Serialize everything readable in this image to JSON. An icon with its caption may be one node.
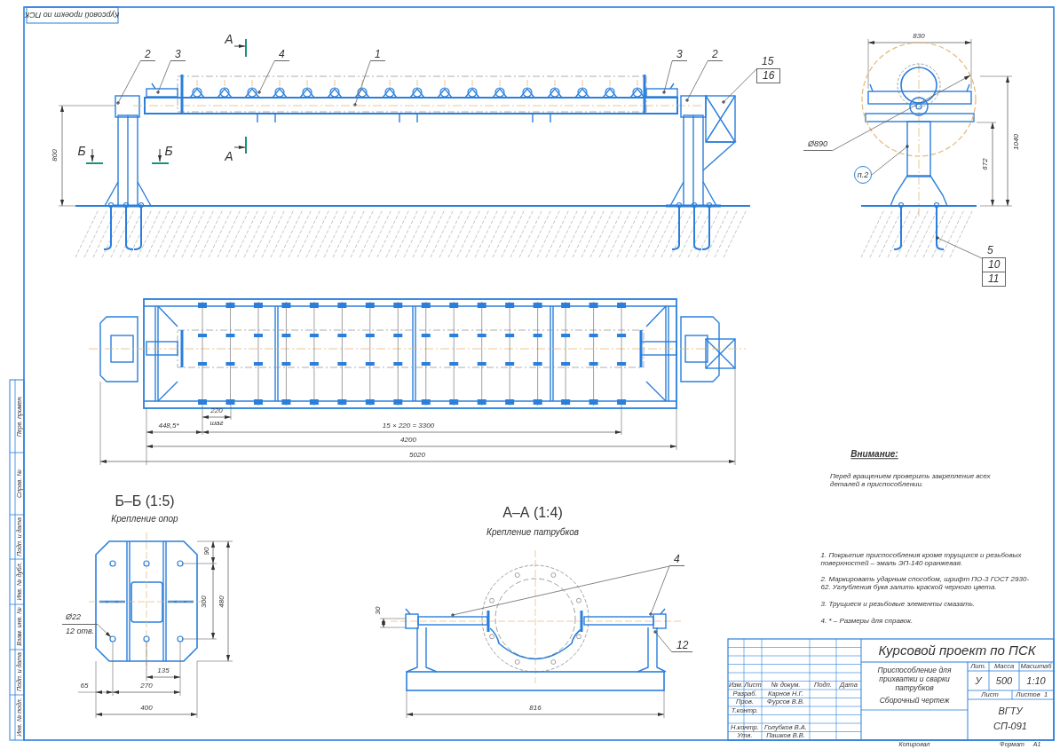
{
  "diagram": {
    "nodes": [
      {
        "text": [
          "2"
        ]
      },
      {
        "text": [
          "3"
        ]
      },
      {
        "text": [
          "4"
        ]
      },
      {
        "text": [
          "1"
        ]
      },
      {
        "text": [
          "3"
        ]
      },
      {
        "text": [
          "2"
        ]
      },
      {
        "text": [
          "15",
          "16"
        ]
      },
      {
        "text": [
          "Ø890"
        ]
      },
      {
        "text": [
          "п.2"
        ]
      },
      {
        "text": [
          "5",
          "10",
          "11"
        ]
      },
      {
        "text": [
          "Ø22",
          "12 отв."
        ]
      },
      {
        "text": [
          "4"
        ]
      },
      {
        "text": [
          "12"
        ]
      },
      {
        "text": [],
        "shape": "circle"
      },
      {
        "text": [],
        "shape": "box"
      },
      {
        "text": [],
        "shape": "bar"
      },
      {
        "text": [],
        "shape": "circle"
      }
    ],
    "edges": [
      {
        "from": 0,
        "to": null,
        "arrow": "none"
      },
      {
        "from": 1,
        "to": null,
        "arrow": "none"
      },
      {
        "from": 2,
        "to": null,
        "arrow": "none"
      },
      {
        "from": 3,
        "to": null,
        "arrow": "none"
      },
      {
        "from": 4,
        "to": null,
        "arrow": "none"
      },
      {
        "from": 5,
        "to": null,
        "arrow": "none"
      },
      {
        "from": 6,
        "to": null,
        "arrow": "none"
      },
      {
        "from": 7,
        "to": 13,
        "arrow": "to"
      },
      {
        "from": 8,
        "to": 14,
        "arrow": "none"
      },
      {
        "from": 9,
        "to": 15,
        "arrow": "none"
      },
      {
        "from": 10,
        "to": 16,
        "arrow": "to"
      },
      {
        "from": 11,
        "to": null,
        "arrow": "none"
      },
      {
        "from": 11,
        "to": null,
        "arrow": "none"
      },
      {
        "from": 12,
        "to": null,
        "arrow": "none"
      }
    ],
    "labels": [
      "Курсовой проект по ПСК",
      "А",
      "А",
      "Б",
      "Б",
      "800",
      "830",
      "1040",
      "672",
      "220",
      "шаг",
      "448,5*",
      "15 × 220 = 3300",
      "4200",
      "5020",
      "Внимание:",
      "Перед вращением проверить закрепление всех деталей в приспособлении.",
      "Б–Б (1:5)",
      "Крепление опор",
      "90",
      "300",
      "480",
      "135",
      "65",
      "270",
      "400",
      "А–А (1:4)",
      "Крепление патрубков",
      "30",
      "816",
      "1. Покрытие приспособления кроме трущихся и резьбовых поверхностей – эмаль ЭП-140 оранжевая.",
      "2. Маркировать ударным способом, шрифт ПО-3 ГОСТ 2930-62. Углубления букв залить краской черного цвета.",
      "3. Трущиеся и резьбовые элементы смазать.",
      "4. * – Размеры для справок.",
      "Курсовой проект по ПСК",
      "Изм.",
      "Лист",
      "№ докум.",
      "Подп.",
      "Дата",
      "Разраб.",
      "Карнов Н.Г.",
      "Пров.",
      "Фурсов В.В.",
      "Т.контр.",
      "Н.контр.",
      "Голубков В.А.",
      "Утв.",
      "Пашков В.В.",
      "Приспособление для прихватки и сварки патрубков",
      "Сборочный чертеж",
      "Лит.",
      "Масса",
      "Масштаб",
      "У",
      "500",
      "1:10",
      "Лист",
      "Листов",
      "1",
      "ВГТУ",
      "СП-091",
      "Копировал",
      "Формат",
      "А1",
      "Перв. примен.",
      "Справ. №",
      "Подп. и дата",
      "Инв. № дубл.",
      "Взам. инв. №",
      "Подп. и дата",
      "Инв. № подл."
    ]
  }
}
